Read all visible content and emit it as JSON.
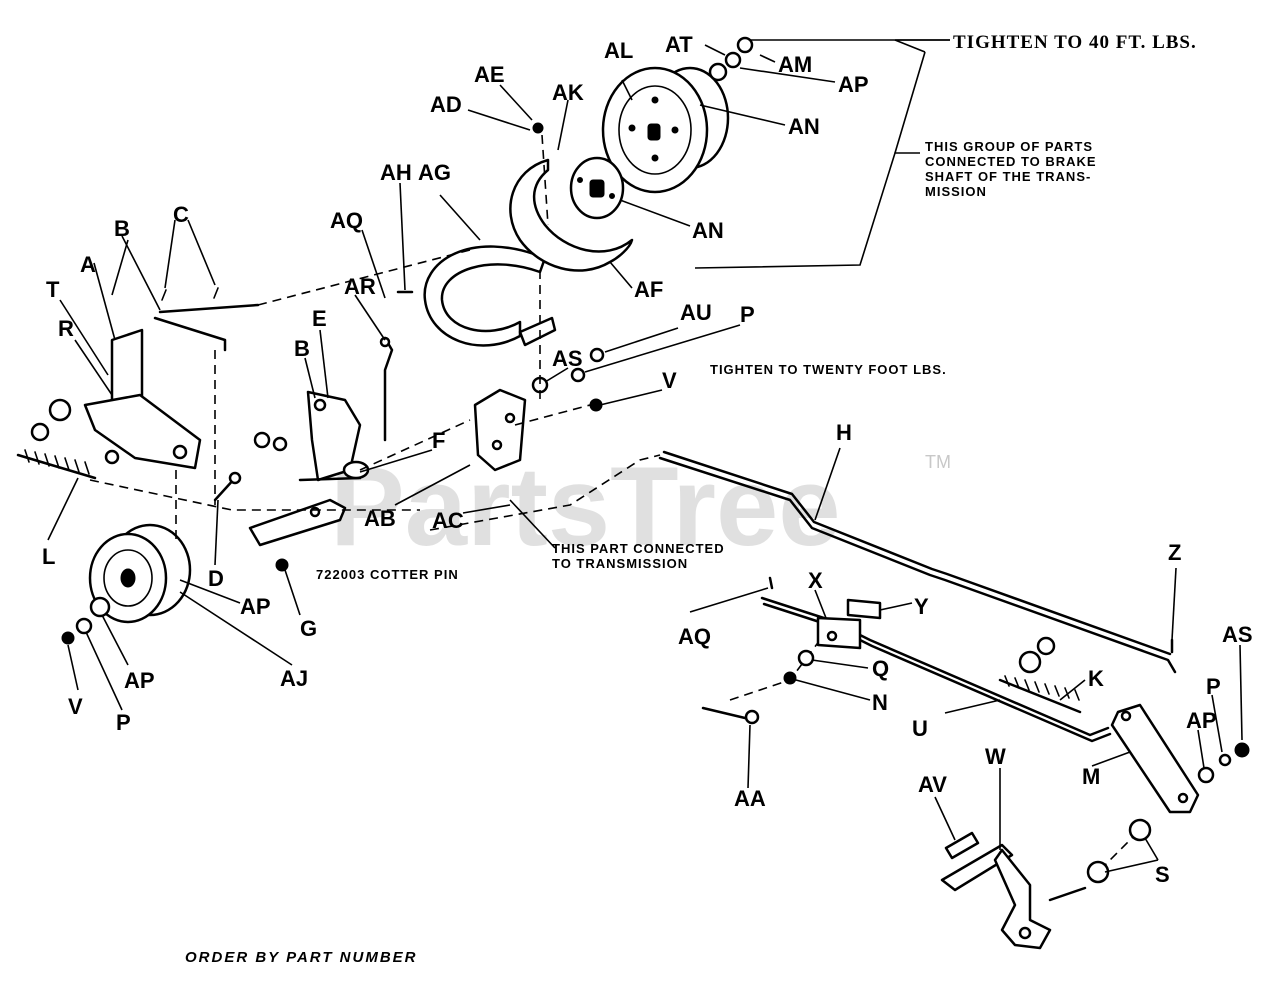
{
  "watermark": {
    "text": "PartsTree",
    "trademark": "TM"
  },
  "notes": {
    "tighten_40": "TIGHTEN TO 40 FT.  LBS.",
    "group_note_lines": [
      "THIS GROUP OF PARTS",
      "CONNECTED TO BRAKE",
      "SHAFT OF THE TRANS-",
      "MISSION"
    ],
    "tighten_20": "TIGHTEN TO TWENTY FOOT LBS.",
    "cotter_pin": "722003 COTTER PIN",
    "transmission_note_lines": [
      "THIS PART CONNECTED",
      "TO TRANSMISSION"
    ],
    "order_by": "ORDER BY PART NUMBER"
  },
  "labels": {
    "AT": "AT",
    "AM": "AM",
    "AL": "AL",
    "AP_top": "AP",
    "AE": "AE",
    "AK": "AK",
    "AD": "AD",
    "AN_1": "AN",
    "AH": "AH",
    "AG": "AG",
    "AN_2": "AN",
    "C": "C",
    "B_1": "B",
    "AQ_1": "AQ",
    "AF": "AF",
    "A": "A",
    "T": "T",
    "AR": "AR",
    "AU": "AU",
    "P_1": "P",
    "R": "R",
    "E": "E",
    "B_2": "B",
    "AS_1": "AS",
    "V_1": "V",
    "H": "H",
    "F": "F",
    "AB": "AB",
    "AC": "AC",
    "L": "L",
    "D": "D",
    "AP_1": "AP",
    "G": "G",
    "AJ": "AJ",
    "AP_2": "AP",
    "V_2": "V",
    "P_2": "P",
    "Z": "Z",
    "X": "X",
    "Y": "Y",
    "AQ_2": "AQ",
    "AS_2": "AS",
    "Q": "Q",
    "K": "K",
    "N": "N",
    "P_3": "P",
    "U": "U",
    "W": "W",
    "AP_3": "AP",
    "M": "M",
    "AV": "AV",
    "AA": "AA",
    "S": "S"
  }
}
